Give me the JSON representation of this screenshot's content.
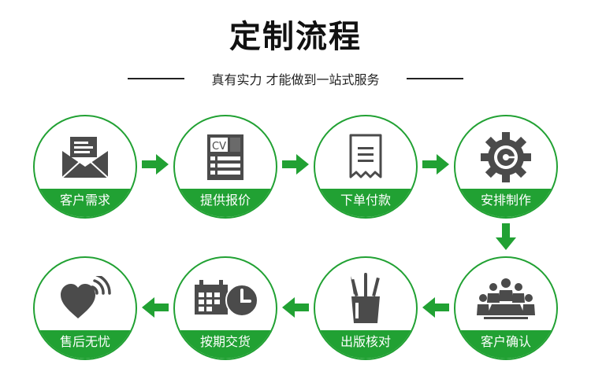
{
  "title": "定制流程",
  "subtitle": "真有实力 才能做到一站式服务",
  "colors": {
    "accent": "#21a133",
    "icon": "#4b4b4b"
  },
  "steps": [
    {
      "label": "客户需求",
      "icon": "envelope-letter-icon"
    },
    {
      "label": "提供报价",
      "icon": "cv-document-icon"
    },
    {
      "label": "下单付款",
      "icon": "receipt-icon"
    },
    {
      "label": "安排制作",
      "icon": "gear-icon"
    },
    {
      "label": "客户确认",
      "icon": "meeting-people-icon"
    },
    {
      "label": "出版核对",
      "icon": "pencil-cup-icon"
    },
    {
      "label": "按期交货",
      "icon": "calendar-clock-icon"
    },
    {
      "label": "售后无忧",
      "icon": "heart-signal-icon"
    }
  ]
}
